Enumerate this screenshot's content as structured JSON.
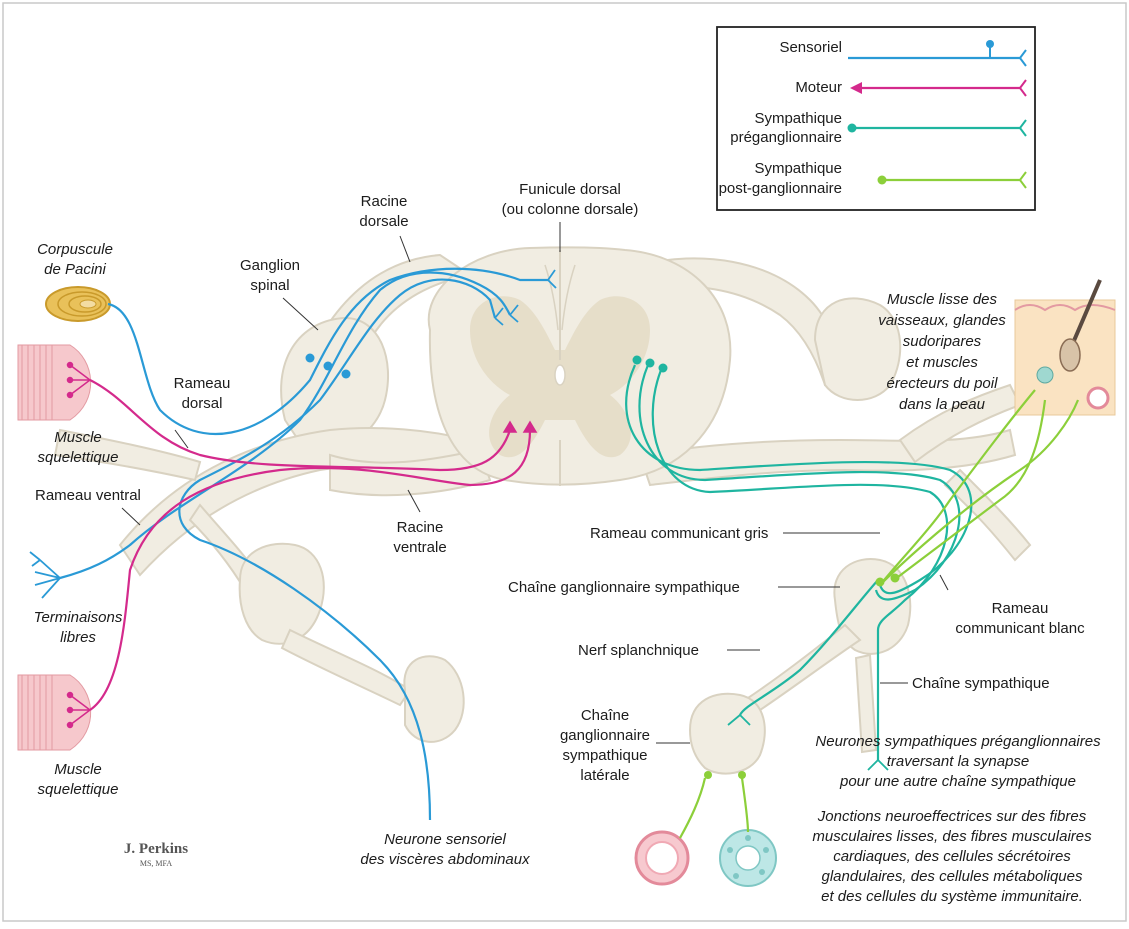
{
  "legend": {
    "items": [
      {
        "label": "Sensoriel",
        "color": "#2a9ad6"
      },
      {
        "label": "Moteur",
        "color": "#d42a8c"
      },
      {
        "label": "Sympathique",
        "label2": "préganglionnaire",
        "color": "#1fb5a0"
      },
      {
        "label": "Sympathique",
        "label2": "post-ganglionnaire",
        "color": "#8ccf3a"
      }
    ]
  },
  "labels": {
    "corpuscule_pacini": [
      "Corpuscule",
      "de Pacini"
    ],
    "muscle_squelettique_top": [
      "Muscle",
      "squelettique"
    ],
    "rameau_dorsal": [
      "Rameau",
      "dorsal"
    ],
    "rameau_ventral": "Rameau ventral",
    "terminaisons_libres": [
      "Terminaisons",
      "libres"
    ],
    "muscle_squelettique_bottom": [
      "Muscle",
      "squelettique"
    ],
    "ganglion_spinal": [
      "Ganglion",
      "spinal"
    ],
    "racine_dorsale": [
      "Racine",
      "dorsale"
    ],
    "funicule_dorsal": [
      "Funicule dorsal",
      "(ou colonne dorsale)"
    ],
    "racine_ventrale": [
      "Racine",
      "ventrale"
    ],
    "muscle_lisse": [
      "Muscle lisse des",
      "vaisseaux, glandes",
      "sudoripares",
      "et muscles",
      "érecteurs du poil",
      "dans la peau"
    ],
    "rameau_gris": "Rameau communicant gris",
    "chaine_ganglionnaire": "Chaîne ganglionnaire sympathique",
    "rameau_blanc": [
      "Rameau",
      "communicant blanc"
    ],
    "nerf_splanchnique": "Nerf splanchnique",
    "chaine_sympathique": "Chaîne sympathique",
    "chaine_laterale": [
      "Chaîne",
      "ganglionnaire",
      "sympathique",
      "latérale"
    ],
    "neurones_pre": [
      "Neurones sympathiques préganglionnaires",
      "traversant la synapse",
      "pour une autre chaîne sympathique"
    ],
    "neurone_sensoriel": [
      "Neurone sensoriel",
      "des viscères abdominaux"
    ],
    "jonctions": [
      "Jonctions neuroeffectrices sur des fibres",
      "musculaires lisses, des fibres musculaires",
      "cardiaques, des cellules sécrétoires",
      "glandulaires, des cellules métaboliques",
      "et des cellules du système immunitaire."
    ]
  },
  "signature": {
    "name": "J. Perkins",
    "credentials": "MS, MFA"
  },
  "colors": {
    "sensory": "#2a9ad6",
    "motor": "#d42a8c",
    "pre": "#1fb5a0",
    "post": "#8ccf3a",
    "nerve": "#f1ede2",
    "nerve_edge": "#d9d2c1",
    "grey": "#e4dcc6"
  }
}
